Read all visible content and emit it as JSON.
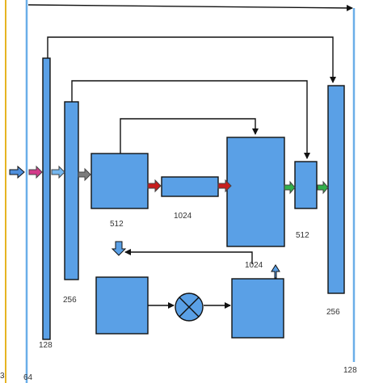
{
  "labels": {
    "ch3": "3",
    "ch64": "64",
    "enc128": "128",
    "enc256": "256",
    "enc512": "512",
    "bottleneck1024": "1024",
    "dec1024": "1024",
    "dec512": "512",
    "dec256": "256",
    "dec128": "128"
  },
  "colors": {
    "block_fill": "#5aa0e6",
    "input_line": "#e6b422",
    "channel_line": "#6aaee8",
    "arrow_blue": "#4f8fdc",
    "arrow_pink": "#d33a8a",
    "arrow_light_blue": "#74b6ee",
    "arrow_gray": "#7d7d7d",
    "arrow_red": "#c81e1e",
    "arrow_green": "#32b04a"
  },
  "icons": {
    "multiply": "multiply-circle-icon"
  }
}
